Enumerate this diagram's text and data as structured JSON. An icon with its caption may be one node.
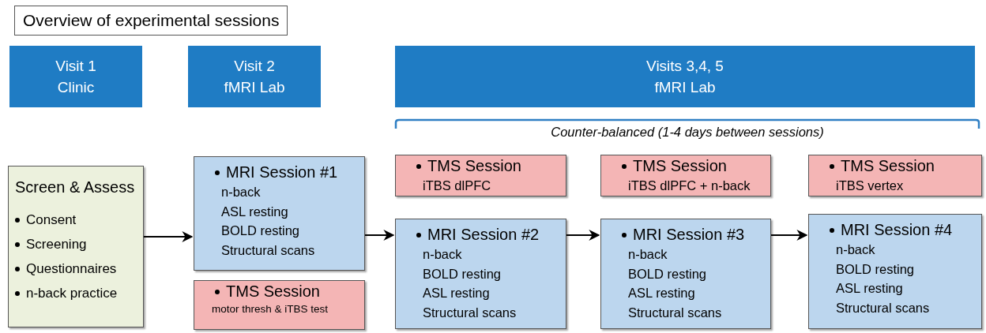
{
  "diagram": {
    "title": "Overview of experimental sessions",
    "nodes": [
      {
        "text": [
          "Visit 1",
          "Clinic"
        ]
      },
      {
        "text": [
          "Visit 2",
          "fMRI Lab"
        ]
      },
      {
        "text": [
          "Visits 3,4, 5",
          "fMRI Lab"
        ]
      },
      {
        "text": [
          "Screen & Assess",
          "Consent",
          "Screening",
          "Questionnaires",
          "n-back practice"
        ]
      },
      {
        "text": [
          "MRI Session #1",
          "n-back",
          "ASL resting",
          "BOLD resting",
          "Structural scans"
        ]
      },
      {
        "text": [
          "TMS Session",
          "motor thresh & iTBS test"
        ]
      },
      {
        "text": [
          "TMS Session",
          "iTBS dlPFC"
        ]
      },
      {
        "text": [
          "TMS Session",
          "iTBS dlPFC + n-back"
        ]
      },
      {
        "text": [
          "TMS Session",
          "iTBS vertex"
        ]
      },
      {
        "text": [
          "MRI Session #2",
          "n-back",
          "BOLD resting",
          "ASL resting",
          "Structural scans"
        ]
      },
      {
        "text": [
          "MRI Session #3",
          "n-back",
          "BOLD resting",
          "ASL resting",
          "Structural scans"
        ]
      },
      {
        "text": [
          "MRI Session #4",
          "n-back",
          "BOLD resting",
          "ASL resting",
          "Structural scans"
        ]
      }
    ],
    "edges": [
      {
        "from": 3,
        "to": 4,
        "arrow": "to"
      },
      {
        "from": 4,
        "to": 9,
        "arrow": "to"
      },
      {
        "from": 9,
        "to": 10,
        "arrow": "to"
      },
      {
        "from": 10,
        "to": 11,
        "arrow": "to"
      }
    ],
    "labels": [
      "Counter-balanced (1-4 days between sessions)"
    ]
  }
}
